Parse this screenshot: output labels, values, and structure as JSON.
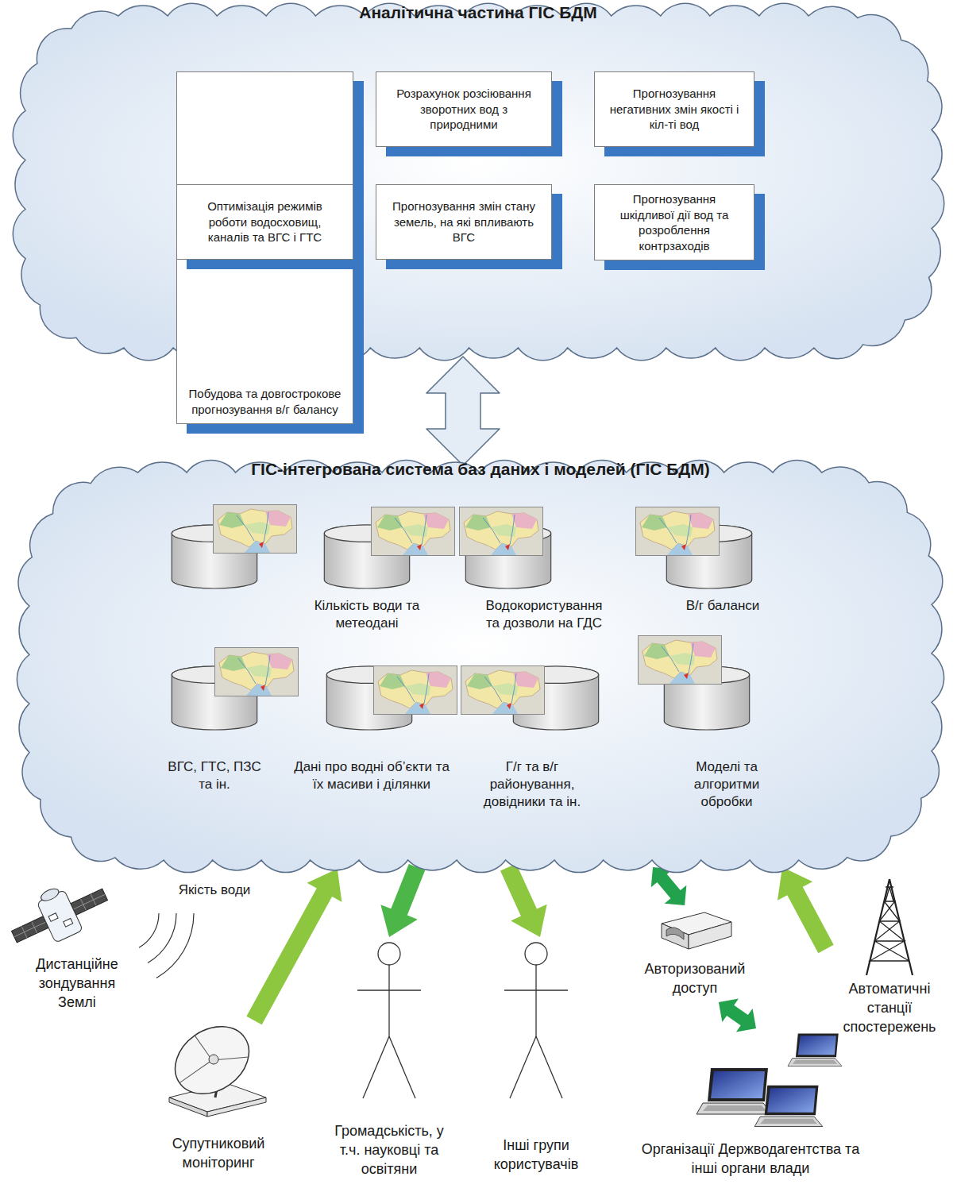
{
  "diagram": {
    "nodes": [
      {
        "text": [
          "Аналітична частина ГІС БДМ"
        ]
      },
      {
        "text": [
          "Побудова та довгострокове прогнозування в/г балансу"
        ],
        "in": 0
      },
      {
        "text": [
          "Розрахунок розсіювання зворотних вод з природними"
        ],
        "in": 0
      },
      {
        "text": [
          "Прогнозування негативних змін якості і кіл-ті вод"
        ],
        "in": 0
      },
      {
        "text": [
          "Оптимізація режимів роботи водосховищ, каналів та ВГС і ГТС"
        ],
        "in": 0
      },
      {
        "text": [
          "Прогнозування змін стану земель, на які впливають ВГС"
        ],
        "in": 0
      },
      {
        "text": [
          "Прогнозування шкідливої дії вод та розроблення контрзаходів"
        ],
        "in": 0
      },
      {
        "text": [
          "ГІС-інтегрована система баз даних і моделей (ГІС БДМ)"
        ]
      },
      {
        "text": [
          "Якість води"
        ],
        "in": 7
      },
      {
        "text": [
          "Кількість води та метеодані"
        ],
        "in": 7
      },
      {
        "text": [
          "Водокористування та дозволи на ГДС"
        ],
        "in": 7
      },
      {
        "text": [
          "В/г баланси"
        ],
        "in": 7
      },
      {
        "text": [
          "ВГС, ГТС, ПЗС та ін."
        ],
        "in": 7
      },
      {
        "text": [
          "Дані про водні об’єкти та їх масиви і ділянки"
        ],
        "in": 7
      },
      {
        "text": [
          "Г/г та в/г районування, довідники та ін."
        ],
        "in": 7
      },
      {
        "text": [
          "Моделі та алгоритми обробки"
        ],
        "in": 7
      },
      {
        "text": [
          "Дистанційне зондування Землі"
        ]
      },
      {
        "text": [
          "Супутниковий моніторинг"
        ]
      },
      {
        "text": [
          "Громадськість, у т.ч. науковці та освітяни"
        ]
      },
      {
        "text": [
          "Інші групи користувачів"
        ]
      },
      {
        "text": [
          "Авторизований доступ"
        ]
      },
      {
        "text": [
          "Організації Держводагентства та інші органи влади"
        ]
      },
      {
        "text": [
          "Автоматичні станції спостережень"
        ]
      }
    ],
    "edges": [
      {
        "from": 0,
        "to": 7,
        "arrow": "both"
      },
      {
        "from": 17,
        "to": 7,
        "arrow": "to"
      },
      {
        "from": 7,
        "to": 18,
        "arrow": "to"
      },
      {
        "from": 7,
        "to": 19,
        "arrow": "to"
      },
      {
        "from": 7,
        "to": 20,
        "arrow": "both"
      },
      {
        "from": 20,
        "to": 21,
        "arrow": "both"
      },
      {
        "from": 22,
        "to": 7,
        "arrow": "to"
      }
    ]
  }
}
